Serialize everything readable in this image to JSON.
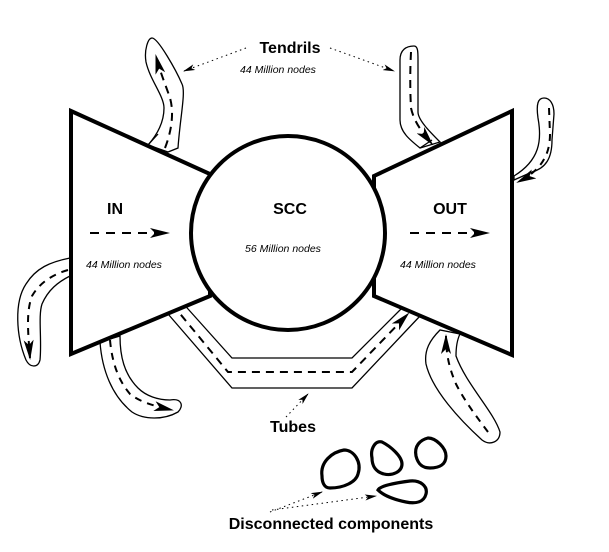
{
  "diagram": {
    "title": "Bow-tie structure of the Web graph",
    "colors": {
      "ink": "#000000",
      "background": "#ffffff"
    },
    "nodes": {
      "in": {
        "label": "IN",
        "count": "44 Million nodes"
      },
      "scc": {
        "label": "SCC",
        "count": "56 Million nodes"
      },
      "out": {
        "label": "OUT",
        "count": "44 Million nodes"
      }
    },
    "annotations": {
      "tendrils": {
        "label": "Tendrils",
        "count": "44 Million nodes"
      },
      "tubes": {
        "label": "Tubes"
      },
      "disconnected": {
        "label": "Disconnected components"
      }
    },
    "edges": [
      {
        "from": "in",
        "to": "scc",
        "style": "dashed-arrow"
      },
      {
        "from": "scc",
        "to": "out",
        "style": "dashed-arrow"
      },
      {
        "from": "in",
        "to": "out",
        "via": "tubes",
        "style": "dashed-arrow"
      }
    ],
    "tendril_count": 6,
    "disconnected_component_count": 4
  }
}
